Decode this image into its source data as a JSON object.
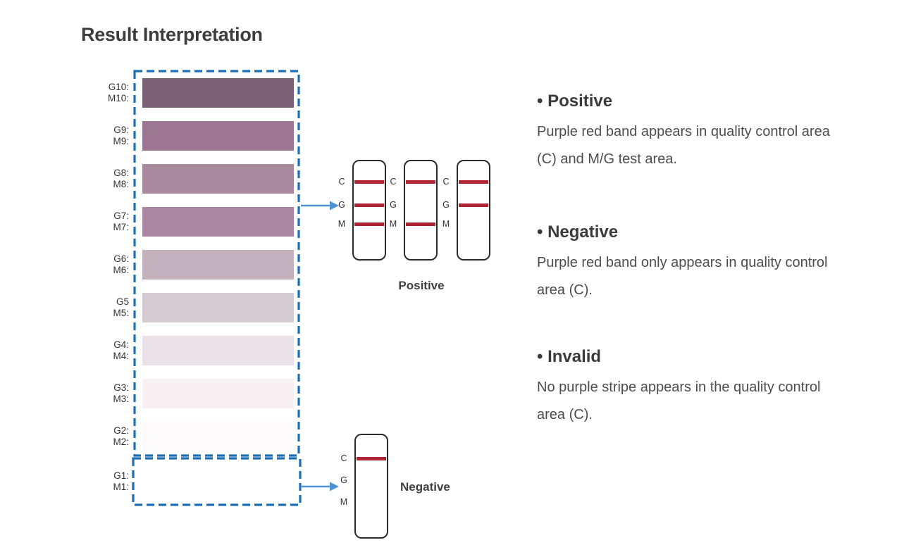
{
  "page": {
    "title": "Result Interpretation"
  },
  "gradient_scale": {
    "box_color": "#1d6fb5",
    "rows": [
      {
        "g": "G10:",
        "m": "M10:",
        "color": "#7b6175"
      },
      {
        "g": "G9:",
        "m": "M9:",
        "color": "#9d7792"
      },
      {
        "g": "G8:",
        "m": "M8:",
        "color": "#a88a9f"
      },
      {
        "g": "G7:",
        "m": "M7:",
        "color": "#ab86a2"
      },
      {
        "g": "G6:",
        "m": "M6:",
        "color": "#c3b1be"
      },
      {
        "g": "G5",
        "m": "M5:",
        "color": "#d5cbd2"
      },
      {
        "g": "G4:",
        "m": "M4:",
        "color": "#eae2e8"
      },
      {
        "g": "G3:",
        "m": "M3:",
        "color": "#f7f1f4"
      },
      {
        "g": "G2:",
        "m": "M2:",
        "color": "#fdfbfc"
      },
      {
        "g": "G1:",
        "m": "M1:",
        "color": "#ffffff"
      }
    ]
  },
  "arrows": {
    "color": "#4e92d2"
  },
  "strips": {
    "band_color": "#ae2531",
    "positive": {
      "caption": "Positive",
      "zone_labels": [
        "C",
        "G",
        "M"
      ],
      "strips": [
        {
          "bands": [
            "C",
            "G",
            "M"
          ]
        },
        {
          "bands": [
            "C",
            "M"
          ]
        },
        {
          "bands": [
            "C",
            "G"
          ]
        }
      ]
    },
    "negative": {
      "caption": "Negative",
      "zone_labels": [
        "C",
        "G",
        "M"
      ],
      "strips": [
        {
          "bands": [
            "C"
          ]
        }
      ]
    }
  },
  "legend": {
    "sections": [
      {
        "title": "• Positive",
        "body": "Purple red band appears in quality control area (C) and M/G test area."
      },
      {
        "title": "• Negative",
        "body": "Purple red band only appears in quality control area (C)."
      },
      {
        "title": "• Invalid",
        "body": "No purple stripe appears in the quality control area (C)."
      }
    ]
  }
}
